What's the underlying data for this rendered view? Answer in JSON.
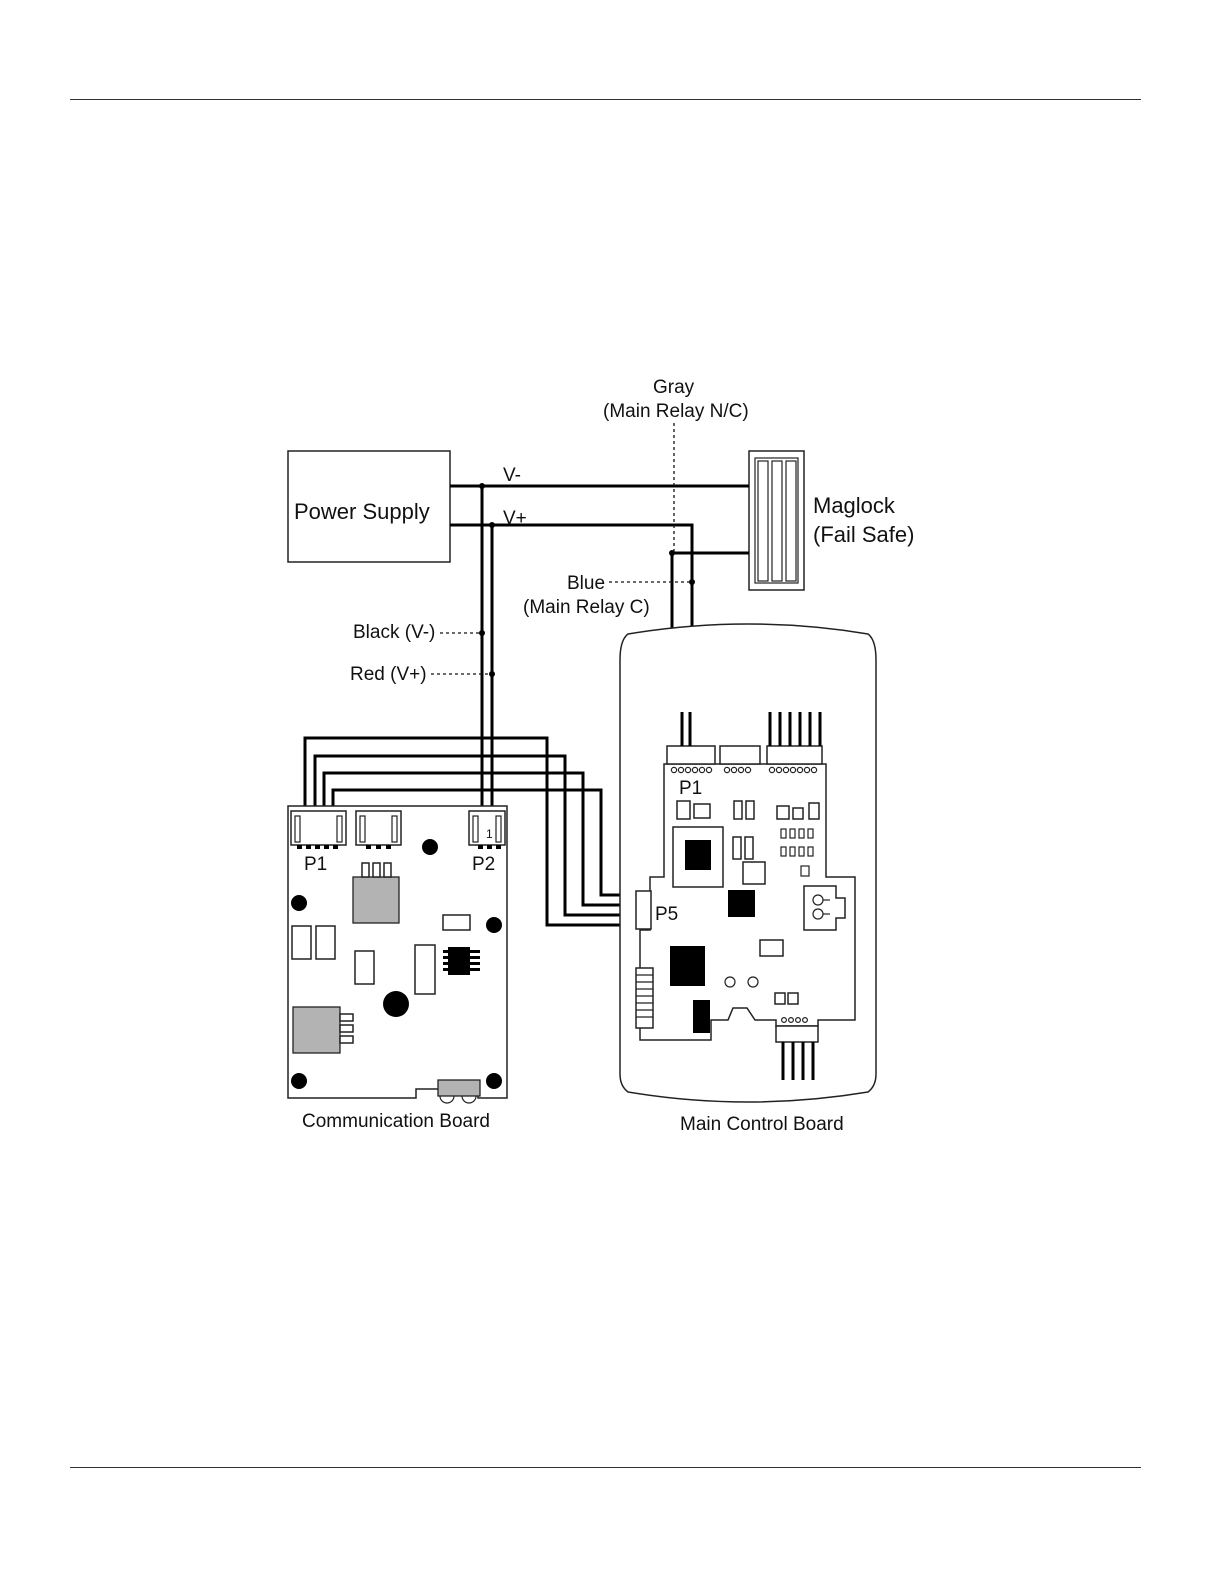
{
  "labels": {
    "power_supply": "Power Supply",
    "v_minus": "V-",
    "v_plus": "V+",
    "gray": "Gray",
    "main_relay_nc": "(Main Relay N/C)",
    "maglock": "Maglock",
    "fail_safe": "(Fail Safe)",
    "blue": "Blue",
    "main_relay_c": "(Main Relay C)",
    "black_vminus": "Black (V-)",
    "red_vplus": "Red (V+)",
    "comm_p1": "P1",
    "comm_p2": "P2",
    "pin_one": "1",
    "main_p1": "P1",
    "main_p5": "P5",
    "communication_board": "Communication Board",
    "main_control_board": "Main Control Board"
  }
}
